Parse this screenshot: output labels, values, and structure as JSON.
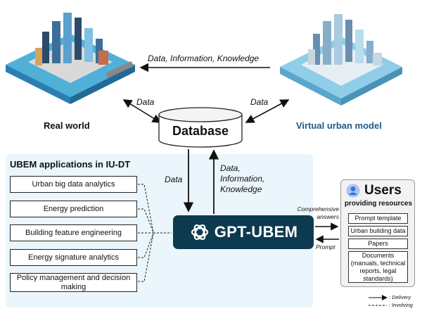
{
  "top_arrow_label": "Data, Information, Knowledge",
  "left_data_label": "Data",
  "right_data_label": "Data",
  "real_world_label": "Real world",
  "virtual_model_label": "Virtual urban model",
  "database_label": "Database",
  "panel": {
    "title": "UBEM applications in IU-DT",
    "applications": [
      "Urban big data analytics",
      "Energy prediction",
      "Building feature engineering",
      "Energy signature analytics",
      "Policy management and decision making"
    ]
  },
  "down_arrow_label": "Data",
  "up_arrow_label": [
    "Data,",
    "Information,",
    "Knowledge"
  ],
  "gpt_label": "GPT-UBEM",
  "answers_label": [
    "Comprehensive",
    "answers"
  ],
  "prompt_label": "Prompt",
  "users": {
    "title": "Users",
    "subtitle": "providing resources",
    "resources": [
      "Prompt template",
      "Urban building data",
      "Papers",
      "Documents (manuals, technical reports, legal standards)"
    ]
  },
  "legend": {
    "delivery": ": Delivery",
    "involving": ": Involving"
  },
  "colors": {
    "panel_bg": "#eaf6fb",
    "gpt_bg": "#0e3a4f",
    "virtual_text": "#1e5a8a"
  },
  "icons": [
    "real-world-city-icon",
    "virtual-city-icon",
    "database-cylinder-icon",
    "openai-logo-icon",
    "user-icon"
  ]
}
